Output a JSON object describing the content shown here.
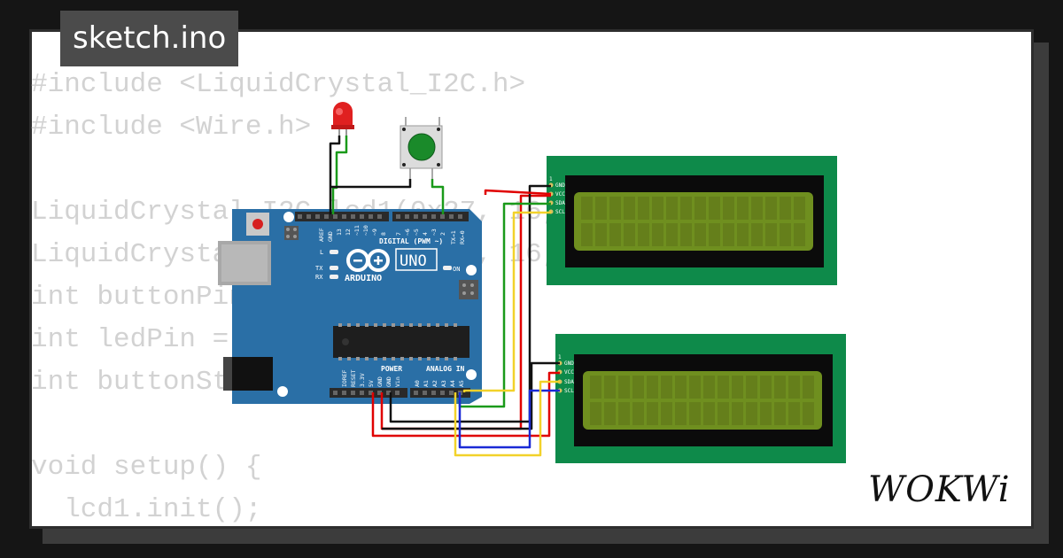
{
  "file_tab": {
    "name": "sketch.ino"
  },
  "code_lines": [
    "#include <LiquidCrystal_I2C.h>",
    "#include <Wire.h>",
    "",
    "LiquidCrystal_I2C lcd1(0x27, 16, 2);",
    "LiquidCrystal_I2C lcd2(0x26, 16, 2);",
    "int buttonPin = 2;",
    "int ledPin = 13;",
    "int buttonState = 0;",
    "",
    "void setup() {",
    "  lcd1.init();"
  ],
  "arduino": {
    "model": "UNO",
    "brand": "ARDUINO",
    "digital_label": "DIGITAL (PWM ~)",
    "analog_label": "ANALOG IN",
    "power_label": "POWER",
    "on_label": "ON",
    "led_l": "L",
    "led_tx": "TX",
    "led_rx": "RX",
    "digital_pins": [
      "AREF",
      "GND",
      "13",
      "12",
      "~11",
      "~10",
      "~9",
      "8",
      "7",
      "~6",
      "~5",
      "4",
      "~3",
      "2",
      "TX→1",
      "RX←0"
    ],
    "power_pins": [
      "IOREF",
      "RESET",
      "3.3V",
      "5V",
      "GND",
      "GND",
      "Vin"
    ],
    "analog_pins": [
      "A0",
      "A1",
      "A2",
      "A3",
      "A4",
      "A5"
    ]
  },
  "lcd_pins": [
    "GND",
    "VCC",
    "SDA",
    "SCL"
  ],
  "lcd_pin_marker": "1",
  "logo_text": "WOKWi",
  "colors": {
    "board": "#2a6fa6",
    "lcd_pcb": "#0e8a4a",
    "lcd_screen": "#6f8f1f",
    "wire_red": "#e00000",
    "wire_black": "#111111",
    "wire_green": "#1a9a1a",
    "wire_yellow": "#f2d22a",
    "wire_blue": "#1a2ad6"
  }
}
